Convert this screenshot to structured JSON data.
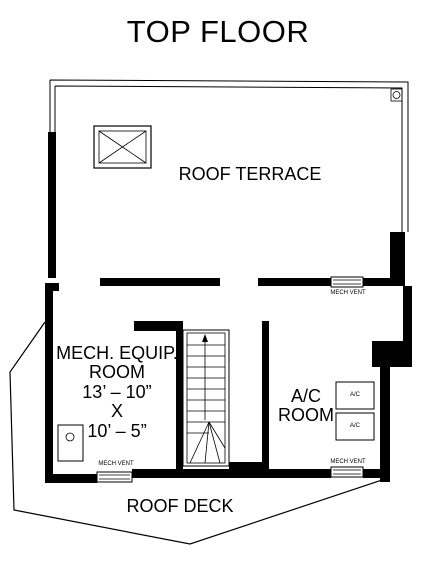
{
  "title": "TOP FLOOR",
  "rooms": {
    "roof_terrace": "ROOF TERRACE",
    "mech_room": {
      "line1": "MECH. EQUIP.",
      "line2": "ROOM",
      "dim1": "13’ – 10”",
      "dim_x": "X",
      "dim2": "10’ – 5”"
    },
    "ac_room": {
      "line1": "A/C",
      "line2": "ROOM"
    },
    "roof_deck": "ROOF DECK"
  },
  "labels": {
    "mech_vent_left": "MECH VENT",
    "mech_vent_right": "MECH VENT",
    "mech_vent_top": "MECH VENT",
    "ac_unit_1": "A/C",
    "ac_unit_2": "A/C"
  },
  "colors": {
    "wall": "#000000",
    "line": "#000000",
    "background": "#ffffff"
  }
}
